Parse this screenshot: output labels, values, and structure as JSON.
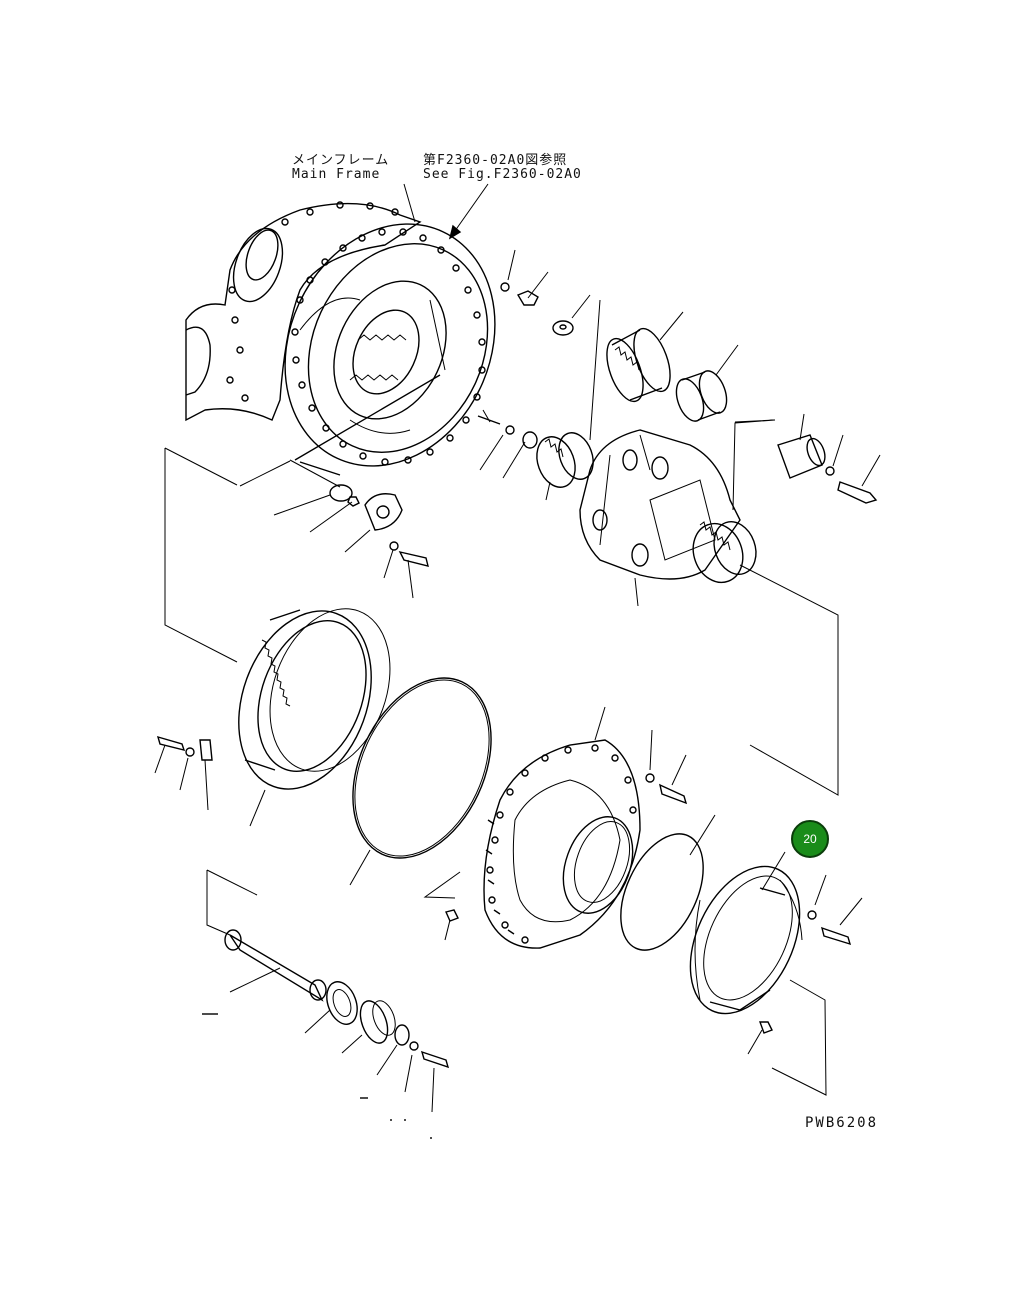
{
  "labels": {
    "main_frame_jp": "メインフレーム",
    "main_frame_en": "Main Frame",
    "see_fig_jp": "第F2360-02A0図参照",
    "see_fig_en": "See Fig.F2360-02A0"
  },
  "drawing_code": "PWB6208",
  "callouts": [
    {
      "number": "20",
      "color": "#1a8c1a"
    }
  ],
  "colors": {
    "line": "#000000",
    "background": "#ffffff",
    "callout": "#1a8c1a"
  }
}
